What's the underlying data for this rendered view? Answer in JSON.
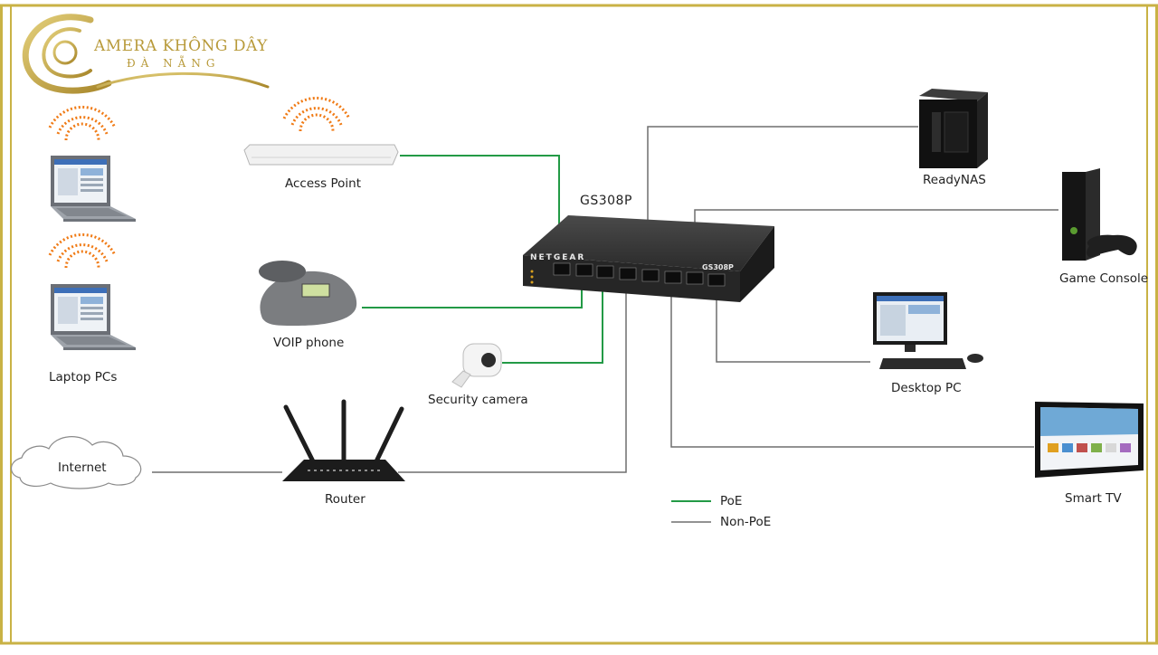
{
  "brand": {
    "line1": "AMERA KHÔNG DÂY",
    "line2": "ĐÀ NẴNG",
    "color": "#b89a3a"
  },
  "switch": {
    "title": "GS308P",
    "brand": "NETGEAR",
    "model": "GS308P"
  },
  "devices": {
    "access_point": "Access Point",
    "voip_phone": "VOIP phone",
    "security_camera": "Security camera",
    "laptops": "Laptop PCs",
    "internet": "Internet",
    "router": "Router",
    "readynas": "ReadyNAS",
    "game_console": "Game Console",
    "desktop_pc": "Desktop PC",
    "smart_tv": "Smart TV"
  },
  "legend": {
    "poe": {
      "label": "PoE",
      "color": "#239a46"
    },
    "non_poe": {
      "label": "Non-PoE",
      "color": "#6f6f6f"
    }
  },
  "colors": {
    "frame": "#c9b245",
    "poe": "#239a46",
    "non_poe": "#6f6f6f"
  }
}
